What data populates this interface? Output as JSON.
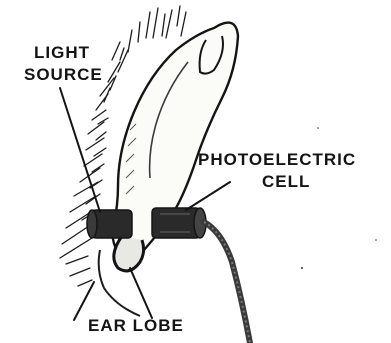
{
  "labels": {
    "light_source_line1": "LIGHT",
    "light_source_line2": "SOURCE",
    "photoelectric_line1": "PHOTOELECTRIC",
    "photoelectric_line2": "CELL",
    "ear_lobe": "EAR LOBE"
  },
  "colors": {
    "ink": "#141414",
    "paper": "#ffffff",
    "ear_fill": "#fbfbf8",
    "cylinder": "#2a2a2a",
    "cable": "#3a3a3a"
  }
}
